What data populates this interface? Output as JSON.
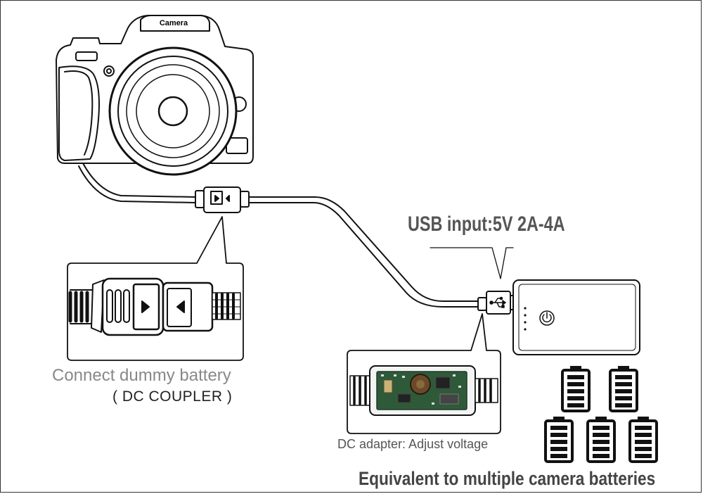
{
  "camera": {
    "label": "Camera"
  },
  "usb_input": {
    "label": "USB input:5V 2A-4A"
  },
  "dc_coupler": {
    "title": "Connect dummy battery",
    "subtitle": "( DC COUPLER )"
  },
  "dc_adapter": {
    "label": "DC adapter: Adjust voltage"
  },
  "batteries": {
    "caption": "Equivalent to multiple camera batteries",
    "count": 5
  },
  "colors": {
    "line": "#111111",
    "label_gray": "#888888",
    "pcb_green": "#2f5a3a"
  },
  "icons": [
    "camera-icon",
    "power-bank-icon",
    "power-button-icon",
    "usb-icon",
    "battery-icon",
    "dc-coupler-icon",
    "dc-adapter-board-icon"
  ]
}
